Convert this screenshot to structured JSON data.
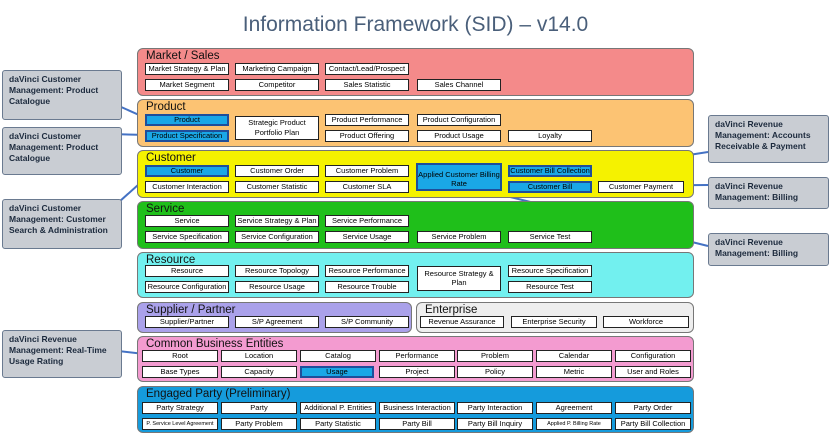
{
  "title": "Information Framework (SID) – v14.0",
  "bands": {
    "market": {
      "title": "Market / Sales",
      "cells": [
        "Market Strategy & Plan",
        "Marketing Campaign",
        "Contact/Lead/Prospect",
        "Market Segment",
        "Competitor",
        "Sales Statistic",
        "Sales Channel"
      ]
    },
    "product": {
      "title": "Product",
      "cells": [
        "Product",
        "Product Specification",
        "Strategic Product Portfolio Plan",
        "Product Performance",
        "Product Configuration",
        "Product Offering",
        "Product Usage",
        "Loyalty"
      ]
    },
    "customer": {
      "title": "Customer",
      "cells": [
        "Customer",
        "Customer Order",
        "Customer Problem",
        "Applied Customer Billing Rate",
        "Customer Bill Collection",
        "Customer Interaction",
        "Customer Statistic",
        "Customer SLA",
        "Customer Bill",
        "Customer Payment"
      ]
    },
    "service": {
      "title": "Service",
      "cells": [
        "Service",
        "Service Strategy & Plan",
        "Service Performance",
        "Service Specification",
        "Service Configuration",
        "Service Usage",
        "Service Problem",
        "Service Test"
      ]
    },
    "resource": {
      "title": "Resource",
      "cells": [
        "Resource",
        "Resource Topology",
        "Resource Performance",
        "Resource Strategy & Plan",
        "Resource Specification",
        "Resource Configuration",
        "Resource Usage",
        "Resource Trouble",
        "Resource Test"
      ]
    },
    "supplier": {
      "title": "Supplier / Partner",
      "cells": [
        "Supplier/Partner",
        "S/P Agreement",
        "S/P Community"
      ]
    },
    "enterprise": {
      "title": "Enterprise",
      "cells": [
        "Revenue Assurance",
        "Enterprise Security",
        "Workforce"
      ]
    },
    "cbe": {
      "title": "Common Business Entities",
      "cells": [
        "Root",
        "Location",
        "Catalog",
        "Performance",
        "Problem",
        "Calendar",
        "Configuration",
        "Base Types",
        "Capacity",
        "Usage",
        "Project",
        "Policy",
        "Metric",
        "User and Roles"
      ]
    },
    "party": {
      "title": "Engaged Party (Preliminary)",
      "cells": [
        "Party Strategy",
        "Party",
        "Additional P. Entities",
        "Business Interaction",
        "Party Interaction",
        "Agreement",
        "Party Order",
        "P. Service Level Agreement",
        "Party Problem",
        "Party Statistic",
        "Party Bill",
        "Party Bill Inquiry",
        "Applied P. Billing Rate",
        "Party Bill Collection"
      ]
    }
  },
  "callouts": [
    "daVinci Customer Management: Product Catalogue",
    "daVinci Customer Management: Product Catalogue",
    "daVinci Customer Management: Customer Search & Administration",
    "daVinci Revenue Management: Real-Time Usage Rating",
    "daVinci Revenue Management: Accounts Receivable & Payment",
    "daVinci Revenue Management: Billing",
    "daVinci Revenue Management: Billing"
  ],
  "colors": {
    "market": "#f48a8a",
    "product": "#fcc373",
    "customer": "#f5f200",
    "service": "#1fbf1a",
    "resource": "#72f0ef",
    "supplier": "#aaa1ea",
    "enterprise": "#eeeeee",
    "cbe": "#f39bd0",
    "party": "#159bdc",
    "highlight": "#1aa7e6",
    "callout": "#c9cdd3"
  }
}
